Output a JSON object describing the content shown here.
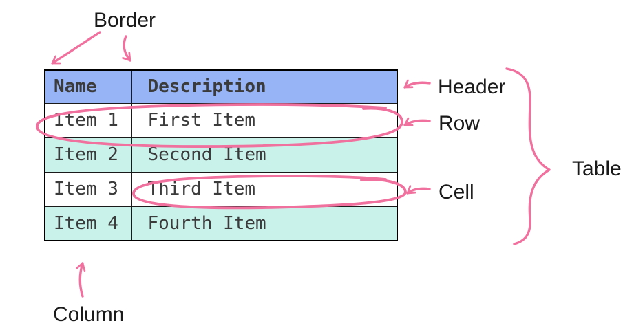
{
  "table": {
    "headers": [
      "Name",
      "Description"
    ],
    "rows": [
      [
        "Item 1",
        "First Item"
      ],
      [
        "Item 2",
        "Second Item"
      ],
      [
        "Item 3",
        "Third Item"
      ],
      [
        "Item 4",
        "Fourth Item"
      ]
    ]
  },
  "labels": {
    "border": "Border",
    "header": "Header",
    "row": "Row",
    "cell": "Cell",
    "table": "Table",
    "column": "Column"
  },
  "colors": {
    "header_bg": "#97B4F7",
    "row_even_bg": "#C9F2EA",
    "row_odd_bg": "#FFFFFF",
    "annotation_pink": "#F0709E",
    "table_text": "#3B3B3B",
    "label_text": "#1A1A1A",
    "table_border": "#000000"
  }
}
